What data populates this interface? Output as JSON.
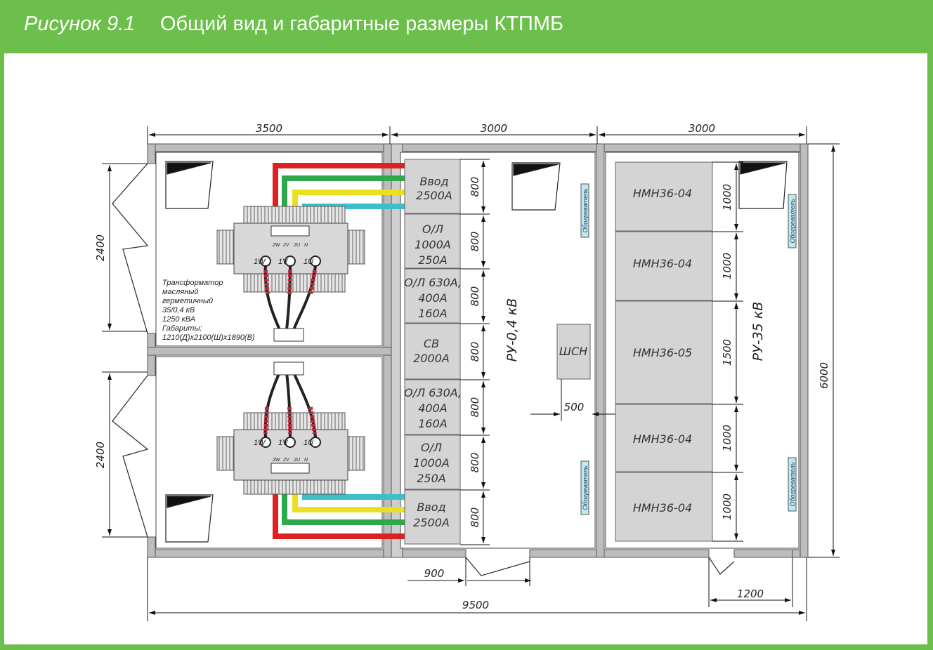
{
  "header": {
    "figure_label": "Рисунок 9.1",
    "title": "Общий вид и габаритные размеры КТПМБ"
  },
  "colors": {
    "frame": "#6cbf4a",
    "phase_red": "#e02020",
    "phase_green": "#2ea84a",
    "phase_yellow": "#e8e020",
    "phase_cyan": "#3cc0c8",
    "cabinet_fill": "#d4d4d4",
    "wall_fill": "#bdbdbd"
  },
  "dimensions": {
    "width_3500": "3500",
    "width_3000_a": "3000",
    "width_3000_b": "3000",
    "height_2400_top": "2400",
    "height_2400_bottom": "2400",
    "height_6000": "6000",
    "gap_500": "500",
    "door_900": "900",
    "door_1200": "1200",
    "total_9500": "9500"
  },
  "transformer": {
    "label_lines": [
      "Трансформатор",
      "масляный",
      "герметичный",
      "35/0,4 кВ",
      "1250 кВА",
      "Габариты:",
      "1210(Д)х2100(Ш)х1890(В)"
    ],
    "lv_terminals": [
      "2W",
      "2V",
      "2U",
      "N"
    ],
    "hv_terminals": [
      "1W",
      "1V",
      "1U"
    ]
  },
  "ru04": {
    "label": "РУ-0,4 кВ",
    "cabinets": [
      {
        "lines": [
          "Ввод",
          "2500А"
        ],
        "dim": "800"
      },
      {
        "lines": [
          "О/Л",
          "1000А",
          "250А"
        ],
        "dim": "800"
      },
      {
        "lines": [
          "О/Л 630А,",
          "400А",
          "160А"
        ],
        "dim": "800"
      },
      {
        "lines": [
          "СВ",
          "2000А"
        ],
        "dim": "800"
      },
      {
        "lines": [
          "О/Л 630А,",
          "400А",
          "160А"
        ],
        "dim": "800"
      },
      {
        "lines": [
          "О/Л",
          "1000А",
          "250А"
        ],
        "dim": "800"
      },
      {
        "lines": [
          "Ввод",
          "2500А"
        ],
        "dim": "800"
      }
    ],
    "shsn": "ШСН"
  },
  "ru35": {
    "label": "РУ-35 кВ",
    "cabinets": [
      {
        "name": "НМН36-04",
        "dim": "1000"
      },
      {
        "name": "НМН36-04",
        "dim": "1000"
      },
      {
        "name": "НМН36-05",
        "dim": "1500"
      },
      {
        "name": "НМН36-04",
        "dim": "1000"
      },
      {
        "name": "НМН36-04",
        "dim": "1000"
      }
    ]
  },
  "heater_label": "Обогреватель"
}
